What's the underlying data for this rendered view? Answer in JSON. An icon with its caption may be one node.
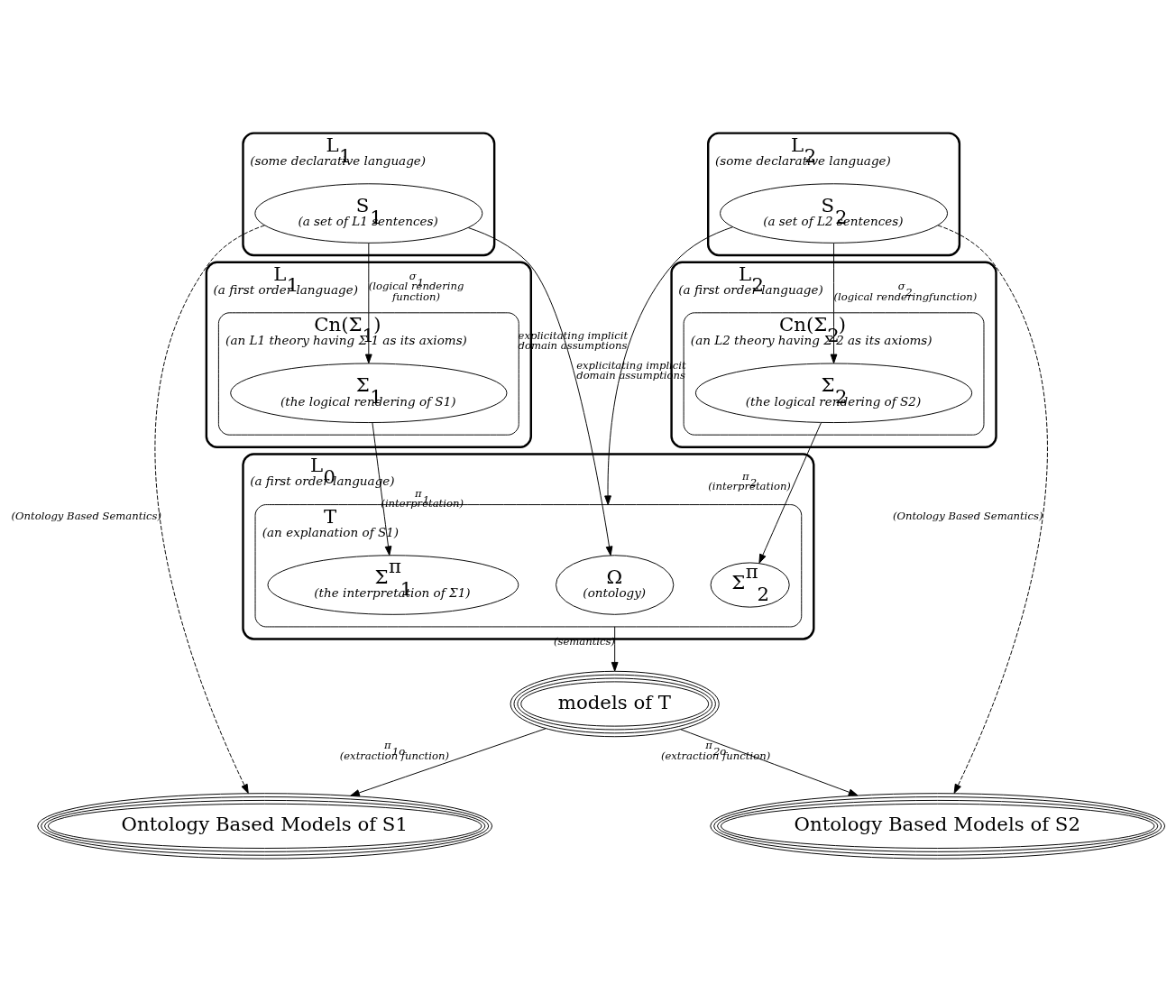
{
  "diagram": {
    "nodes": [
      {
        "text": [
          "L$_{1}$",
          "(some declarative language)"
        ]
      },
      {
        "text": [
          "S$_{1}$",
          "(a set of L1 sentences)"
        ],
        "in": 0
      },
      {
        "text": [
          "L$_{1}$",
          "(a first order language)"
        ]
      },
      {
        "text": [
          "Cn(Σ$_{1}$)",
          "(an L1 theory having Σ 1 as its axioms)"
        ],
        "in": 2
      },
      {
        "text": [
          "Σ$_{1}$",
          "(the logical rendering of S1)"
        ],
        "in": 3
      },
      {
        "text": [
          "L$_{0}$",
          "(a first order language)"
        ]
      },
      {
        "text": [
          "T",
          "(an explanation of S1)"
        ],
        "in": 5
      },
      {
        "text": [
          "Ω",
          "(ontology)"
        ],
        "in": 6
      },
      {
        "text": [
          "Σ$^{π}$$_{1}$",
          "(the interpretation of Σ1)"
        ],
        "in": 6
      },
      {
        "text": [
          "Σ$^{π}$$_{2}$"
        ],
        "in": 6
      },
      {
        "text": [
          "L$_{2}$",
          "(some declarative language)"
        ]
      },
      {
        "text": [
          "S$_{2}$",
          "(a set of L2 sentences)"
        ],
        "in": 10
      },
      {
        "text": [
          "L$_{2}$",
          "(a first order language)"
        ]
      },
      {
        "text": [
          "Cn(Σ$_{2}$)",
          "(an L2 theory having Σ 2 as its axioms)"
        ],
        "in": 12
      },
      {
        "text": [
          "Σ$_{2}$",
          "(the logical rendering of S2)"
        ],
        "in": 13
      },
      {
        "text": [
          "Ontology Based Models of S1"
        ]
      },
      {
        "text": [
          "models of T"
        ]
      },
      {
        "text": [
          "Ontology Based Models of S2"
        ]
      }
    ],
    "edges": [
      {
        "from": 1,
        "to": 7,
        "arrow": "to",
        "label": "explicitating implicit domain assumptions"
      },
      {
        "from": 11,
        "to": 6,
        "arrow": "to",
        "label": "explicitating implicit domain assumptions"
      },
      {
        "from": 1,
        "to": 4,
        "arrow": "to",
        "label": "σ$_{1}$ (logical rendering function)"
      },
      {
        "from": 4,
        "to": 8,
        "arrow": "to",
        "label": "π$_{1}$ (interpretation)"
      },
      {
        "from": 11,
        "to": 14,
        "arrow": "to",
        "label": "σ$_{2}$ (logical renderingfunction)"
      },
      {
        "from": 14,
        "to": 9,
        "arrow": "to",
        "label": "π$_{2}$ (interpretation)"
      },
      {
        "from": 1,
        "to": 15,
        "arrow": "to",
        "style": "dashed",
        "label": "(Ontology Based Semantics)"
      },
      {
        "from": 11,
        "to": 17,
        "arrow": "to",
        "style": "dashed",
        "label": "(Ontology Based Semantics)"
      },
      {
        "from": 6,
        "to": 16,
        "arrow": "to",
        "label": "(semantics)"
      },
      {
        "from": 16,
        "to": 15,
        "arrow": "to",
        "label": "π$_{1o}$ (extraction function)"
      },
      {
        "from": 16,
        "to": 17,
        "arrow": "to",
        "label": "π$_{2o}$ (extraction function)"
      }
    ]
  }
}
